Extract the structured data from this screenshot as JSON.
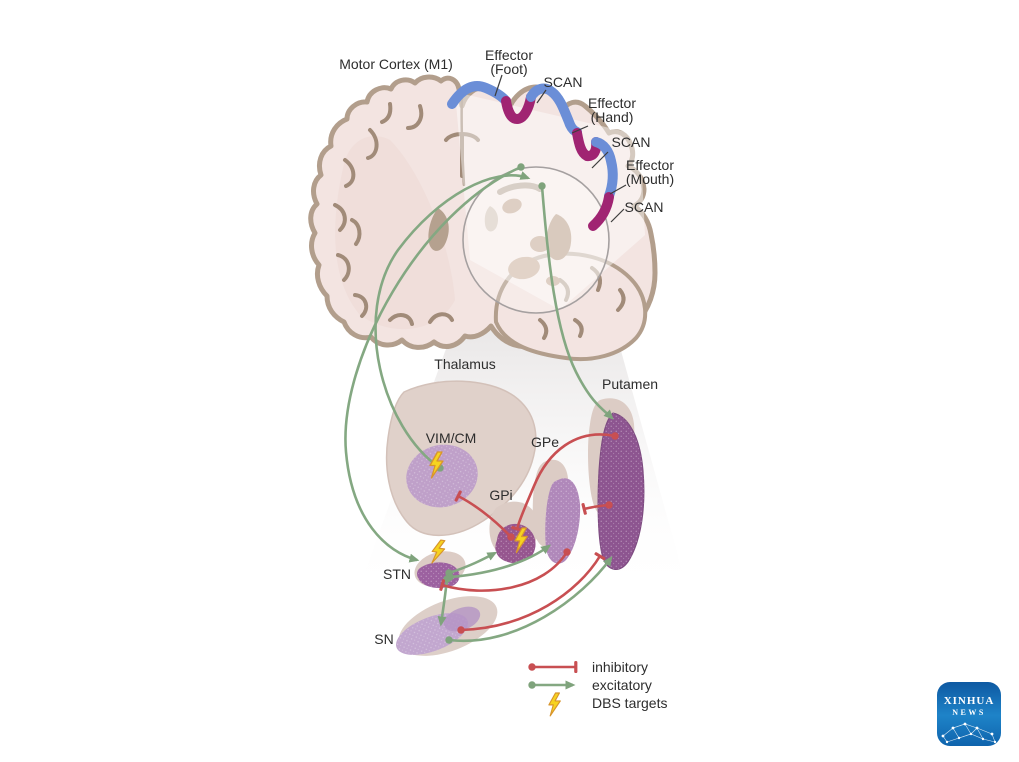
{
  "labels": {
    "motor_cortex": "Motor Cortex (M1)",
    "effector_foot_1": "Effector",
    "effector_foot_2": "(Foot)",
    "scan_1": "SCAN",
    "effector_hand_1": "Effector",
    "effector_hand_2": "(Hand)",
    "scan_2": "SCAN",
    "effector_mouth_1": "Effector",
    "effector_mouth_2": "(Mouth)",
    "scan_3": "SCAN",
    "thalamus": "Thalamus",
    "putamen": "Putamen",
    "vim_cm": "VIM/CM",
    "gpe": "GPe",
    "gpi": "GPi",
    "stn": "STN",
    "sn": "SN"
  },
  "legend": {
    "inhibitory": "inhibitory",
    "excitatory": "excitatory",
    "dbs_targets": "DBS targets",
    "inhibitory_color": "#c84f52",
    "excitatory_color": "#7fa37c",
    "dbs_color": "#f6d31f"
  },
  "cortex_band_colors": {
    "effector": "#6b8ed7",
    "scan": "#a02472"
  },
  "dbs_target_regions": [
    "VIM/CM",
    "GPi",
    "STN"
  ],
  "connections": [
    {
      "from": "VIM/CM",
      "to": "Motor Cortex (M1)",
      "type": "excitatory"
    },
    {
      "from": "Motor Cortex (M1)",
      "to": "Putamen",
      "type": "excitatory"
    },
    {
      "from": "Motor Cortex (M1)",
      "to": "STN",
      "type": "excitatory"
    },
    {
      "from": "STN",
      "to": "GPi",
      "type": "excitatory"
    },
    {
      "from": "STN",
      "to": "GPe",
      "type": "excitatory"
    },
    {
      "from": "STN",
      "to": "SN",
      "type": "excitatory"
    },
    {
      "from": "SN",
      "to": "Putamen",
      "type": "excitatory"
    },
    {
      "from": "GPi",
      "to": "VIM/CM",
      "type": "inhibitory"
    },
    {
      "from": "Putamen",
      "to": "GPi",
      "type": "inhibitory"
    },
    {
      "from": "Putamen",
      "to": "GPe",
      "type": "inhibitory"
    },
    {
      "from": "GPe",
      "to": "STN",
      "type": "inhibitory"
    },
    {
      "from": "SN",
      "to": "Putamen",
      "type": "inhibitory"
    }
  ],
  "watermark": {
    "line1": "XINHUA",
    "line2": "NEWS"
  }
}
